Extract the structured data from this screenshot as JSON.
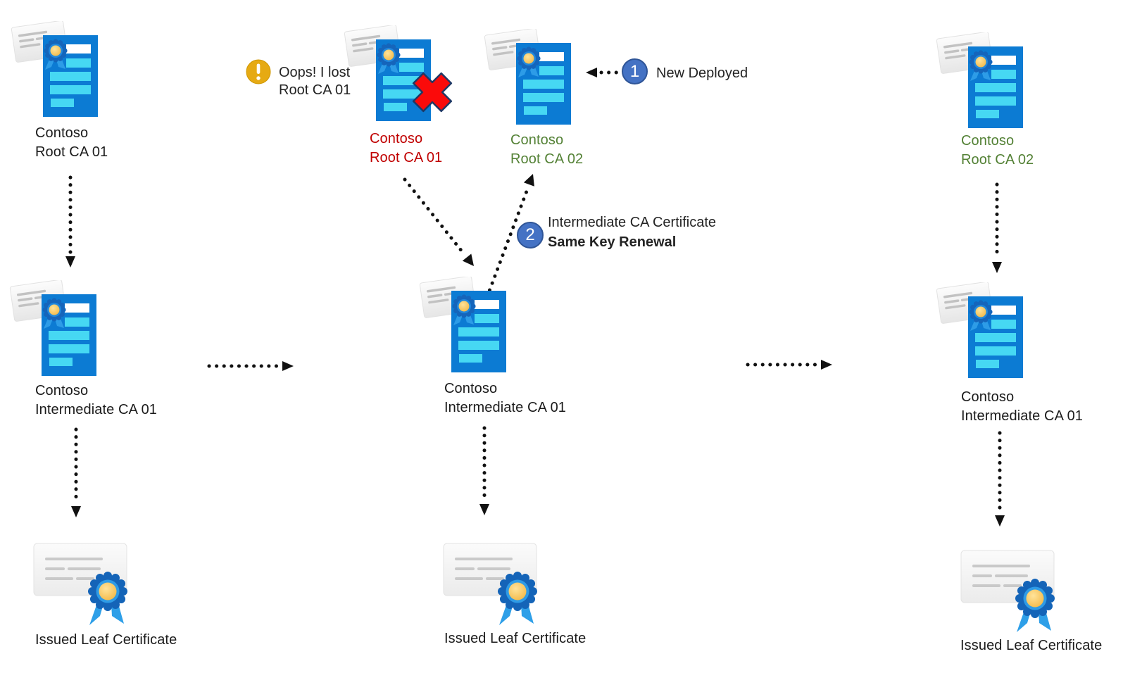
{
  "nodes": {
    "left_root": {
      "line1": "Contoso",
      "line2": "Root CA 01"
    },
    "left_intermediate": {
      "line1": "Contoso",
      "line2": "Intermediate CA 01"
    },
    "left_leaf": {
      "label": "Issued Leaf Certificate"
    },
    "mid_root_lost": {
      "line1": "Contoso",
      "line2": "Root CA 01"
    },
    "mid_root_new": {
      "line1": "Contoso",
      "line2": "Root CA 02"
    },
    "mid_intermediate": {
      "line1": "Contoso",
      "line2": "Intermediate CA 01"
    },
    "mid_leaf": {
      "label": "Issued Leaf Certificate"
    },
    "right_root": {
      "line1": "Contoso",
      "line2": "Root CA 02"
    },
    "right_intermediate": {
      "line1": "Contoso",
      "line2": "Intermediate CA 01"
    },
    "right_leaf": {
      "label": "Issued Leaf Certificate"
    }
  },
  "annotations": {
    "oops": {
      "line1": "Oops! I lost",
      "line2": "Root CA 01"
    },
    "step1": {
      "number": "1",
      "label": "New Deployed"
    },
    "step2": {
      "number": "2",
      "line1": "Intermediate CA Certificate",
      "line2": "Same Key Renewal"
    }
  },
  "colors": {
    "doc_blue": "#0c7bd3",
    "doc_line_cyan": "#46d8f3",
    "rosette_blue": "#1565bb",
    "ribbon_blue": "#2d9ce7",
    "gold": "#f5bc47",
    "badge_blue": "#4472c4",
    "badge_border": "#2f5597",
    "label_red": "#c00000",
    "label_green": "#538135",
    "warning_gold": "#e6aa13",
    "cross_red": "#fb0a0a",
    "cross_border": "#203864",
    "arrow_black": "#111111"
  }
}
